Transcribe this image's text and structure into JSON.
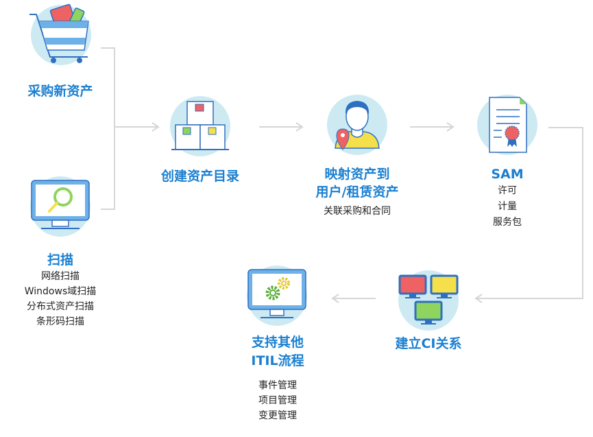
{
  "colors": {
    "title_blue": "#1a7fd0",
    "icon_circle": "#cdeaf3",
    "icon_stroke": "#2e6fc1",
    "accent_red": "#ee6263",
    "accent_green": "#8ed45e",
    "accent_yellow": "#f5e04c",
    "connector": "#d4d4d4"
  },
  "nodes": {
    "purchase": {
      "icon": "shopping-cart-icon",
      "title": "采购新资产"
    },
    "scan": {
      "icon": "monitor-search-icon",
      "title": "扫描",
      "items": [
        "网络扫描",
        "Windows域扫描",
        "分布式资产扫描",
        "条形码扫描"
      ]
    },
    "catalog": {
      "icon": "stacked-boxes-icon",
      "title": "创建资产目录"
    },
    "mapping": {
      "icon": "user-location-icon",
      "title_lines": [
        "映射资产到",
        "用户/租赁资产"
      ],
      "subtitle": "关联采购和合同"
    },
    "sam": {
      "icon": "certificate-icon",
      "title": "SAM",
      "items": [
        "许可",
        "计量",
        "服务包"
      ]
    },
    "ci": {
      "icon": "networked-monitors-icon",
      "title": "建立CI关系"
    },
    "itil": {
      "icon": "monitor-gears-icon",
      "title_lines": [
        "支持其他",
        "ITIL流程"
      ],
      "items": [
        "事件管理",
        "项目管理",
        "变更管理"
      ]
    }
  }
}
